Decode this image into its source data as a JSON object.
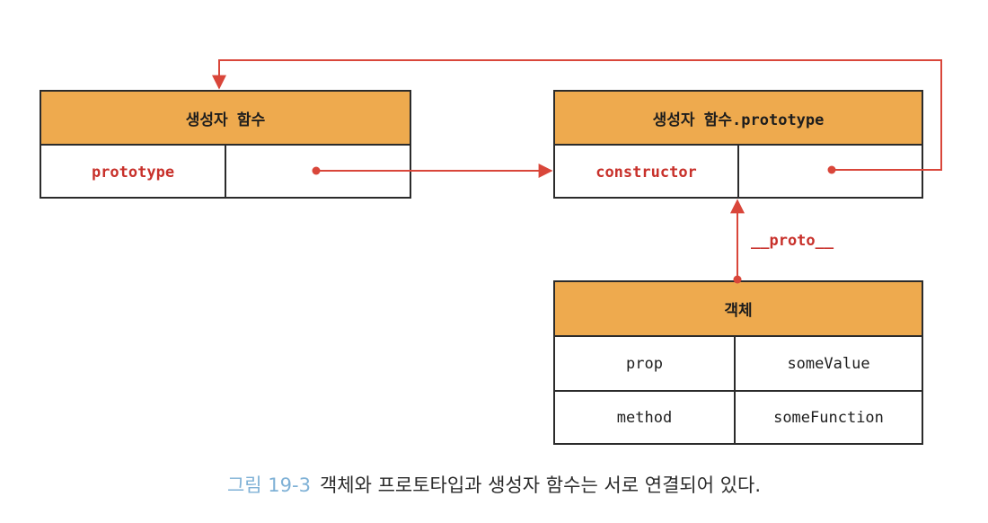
{
  "constructor_box": {
    "title": "생성자 함수",
    "key": "prototype"
  },
  "prototype_box": {
    "title": "생성자 함수.prototype",
    "key": "constructor"
  },
  "object_box": {
    "title": "객체",
    "rows": [
      {
        "key": "prop",
        "value": "someValue"
      },
      {
        "key": "method",
        "value": "someFunction"
      }
    ]
  },
  "proto_link_label": "__proto__",
  "caption": {
    "prefix": "그림 19-3",
    "text": "객체와 프로토타입과 생성자 함수는 서로 연결되어 있다."
  },
  "colors": {
    "header": "#eeaa4e",
    "arrow": "#d9463a",
    "key_text": "#c8312b",
    "caption_prefix": "#7fb1d6"
  }
}
